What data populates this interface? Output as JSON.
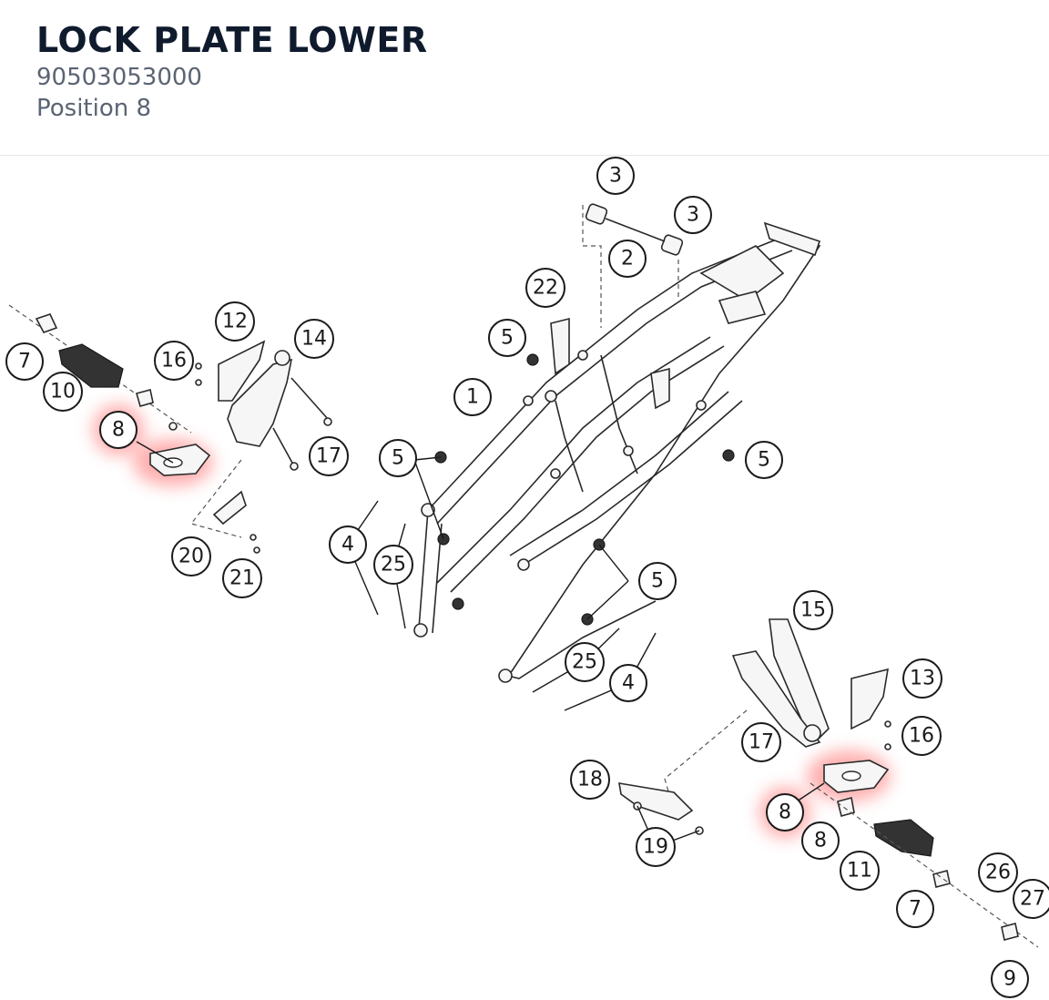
{
  "header": {
    "title": "LOCK PLATE LOWER",
    "part_number": "90503053000",
    "position": "Position 8"
  },
  "diagram": {
    "highlight_color": "#ff6b6b",
    "callouts": {
      "c3a": "3",
      "c3b": "3",
      "c2": "2",
      "c22": "22",
      "c5a": "5",
      "c1": "1",
      "c5b": "5",
      "c5c": "5",
      "c5d": "5",
      "c4a": "4",
      "c25a": "25",
      "c25b": "25",
      "c4b": "4",
      "c12": "12",
      "c14": "14",
      "c16a": "16",
      "c7a": "7",
      "c10": "10",
      "c8a": "8",
      "c17a": "17",
      "c20": "20",
      "c21": "21",
      "c15": "15",
      "c13": "13",
      "c16b": "16",
      "c17b": "17",
      "c18": "18",
      "c19": "19",
      "c8b": "8",
      "c8c": "8",
      "c11": "11",
      "c26": "26",
      "c27": "27",
      "c7b": "7",
      "c9": "9"
    }
  }
}
